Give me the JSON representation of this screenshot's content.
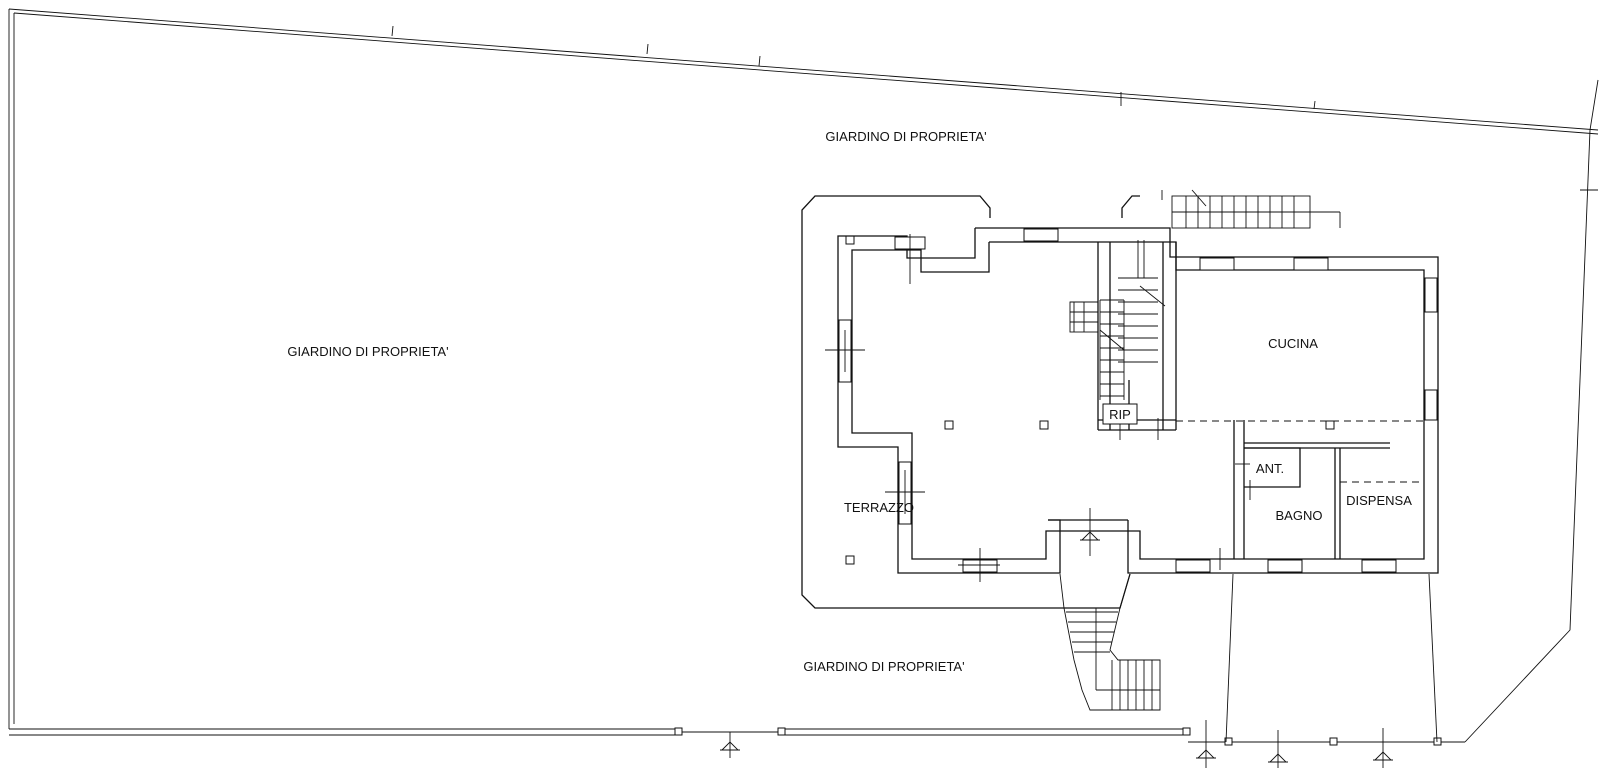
{
  "labels": {
    "garden_top": "GIARDINO DI PROPRIETA'",
    "garden_left": "GIARDINO DI PROPRIETA'",
    "garden_bottom": "GIARDINO DI PROPRIETA'",
    "kitchen": "CUCINA",
    "terrace": "TERRAZZO",
    "storage_closet": "RIP",
    "anteroom": "ANT.",
    "bathroom": "BAGNO",
    "pantry": "DISPENSA"
  }
}
